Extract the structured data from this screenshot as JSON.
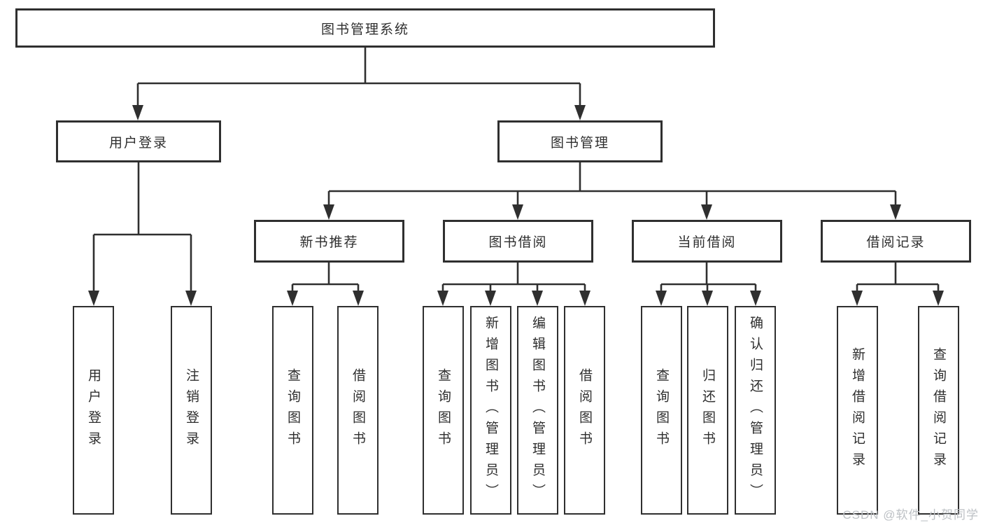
{
  "diagram": {
    "root": {
      "label": "图书管理系统"
    },
    "user_login": {
      "label": "用户登录",
      "children": {
        "login": {
          "label": "用户登录"
        },
        "logout": {
          "label": "注销登录"
        }
      }
    },
    "book_management": {
      "label": "图书管理",
      "children": {
        "new_book_recommend": {
          "label": "新书推荐",
          "children": {
            "query_books": {
              "label": "查询图书"
            },
            "borrow_books": {
              "label": "借阅图书"
            }
          }
        },
        "book_borrowing": {
          "label": "图书借阅",
          "children": {
            "query_books": {
              "label": "查询图书"
            },
            "add_books": {
              "label": "新增图书（管理员）"
            },
            "edit_books": {
              "label": "编辑图书（管理员）"
            },
            "borrow_books": {
              "label": "借阅图书"
            }
          }
        },
        "current_borrowing": {
          "label": "当前借阅",
          "children": {
            "query_books": {
              "label": "查询图书"
            },
            "return_books": {
              "label": "归还图书"
            },
            "confirm_return": {
              "label": "确认归还（管理员）"
            }
          }
        },
        "borrowing_records": {
          "label": "借阅记录",
          "children": {
            "add_record": {
              "label": "新增借阅记录"
            },
            "query_record": {
              "label": "查询借阅记录"
            }
          }
        }
      }
    }
  },
  "watermark": {
    "text": "CSDN @软件_小贺同学"
  },
  "colors": {
    "line": "#2f2f2f",
    "border": "#2f2f2f",
    "text": "#2e2e2e",
    "watermark": "#bdc1c5",
    "background": "#ffffff"
  }
}
